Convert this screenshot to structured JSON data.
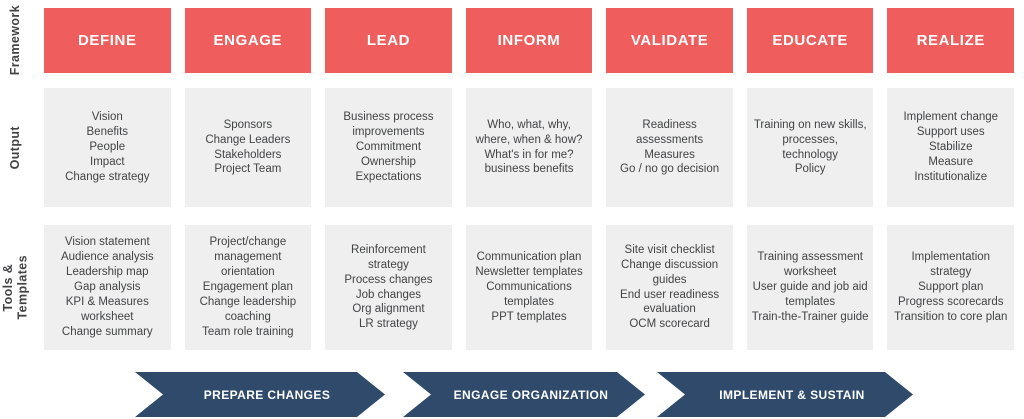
{
  "labels": {
    "framework": "Framework",
    "output": "Output",
    "tools": "Tools &\nTemplates"
  },
  "columns": [
    {
      "title": "DEFINE",
      "output": [
        "Vision",
        "Benefits",
        "People",
        "Impact",
        "Change strategy"
      ],
      "tools": [
        "Vision statement",
        "Audience analysis",
        "Leadership map",
        "Gap analysis",
        "KPI & Measures worksheet",
        "Change summary"
      ]
    },
    {
      "title": "ENGAGE",
      "output": [
        "Sponsors",
        "Change Leaders",
        "Stakeholders",
        "Project Team"
      ],
      "tools": [
        "Project/change management orientation",
        "Engagement plan",
        "Change leadership coaching",
        "Team role training"
      ]
    },
    {
      "title": "LEAD",
      "output": [
        "Business process improvements",
        "Commitment",
        "Ownership",
        "Expectations"
      ],
      "tools": [
        "Reinforcement strategy",
        "Process changes",
        "Job changes",
        "Org alignment",
        "LR strategy"
      ]
    },
    {
      "title": "INFORM",
      "output": [
        "Who, what, why, where, when & how?",
        "What's in for me?",
        "business benefits"
      ],
      "tools": [
        "Communication plan",
        "Newsletter templates",
        "Communications templates",
        "PPT templates"
      ]
    },
    {
      "title": "VALIDATE",
      "output": [
        "Readiness assessments",
        "Measures",
        "Go / no go decision"
      ],
      "tools": [
        "Site visit checklist",
        "Change discussion guides",
        "End user readiness evaluation",
        "OCM scorecard"
      ]
    },
    {
      "title": "EDUCATE",
      "output": [
        "Training on new skills,",
        "processes,",
        "technology",
        "Policy"
      ],
      "tools": [
        "Training assessment worksheet",
        "User guide and job aid templates",
        "Train-the-Trainer guide"
      ]
    },
    {
      "title": "REALIZE",
      "output": [
        "Implement change",
        "Support uses",
        "Stabilize",
        "Measure",
        "Institutionalize"
      ],
      "tools": [
        "Implementation strategy",
        "Support plan",
        "Progress scorecards",
        "Transition to core plan"
      ]
    }
  ],
  "arrows": [
    "PREPARE CHANGES",
    "ENGAGE ORGANIZATION",
    "IMPLEMENT & SUSTAIN"
  ],
  "colors": {
    "header-red": "#ef5d5d",
    "arrow-navy": "#2f4a6b",
    "cell-gray": "#efefef",
    "text-dark": "#424345"
  }
}
